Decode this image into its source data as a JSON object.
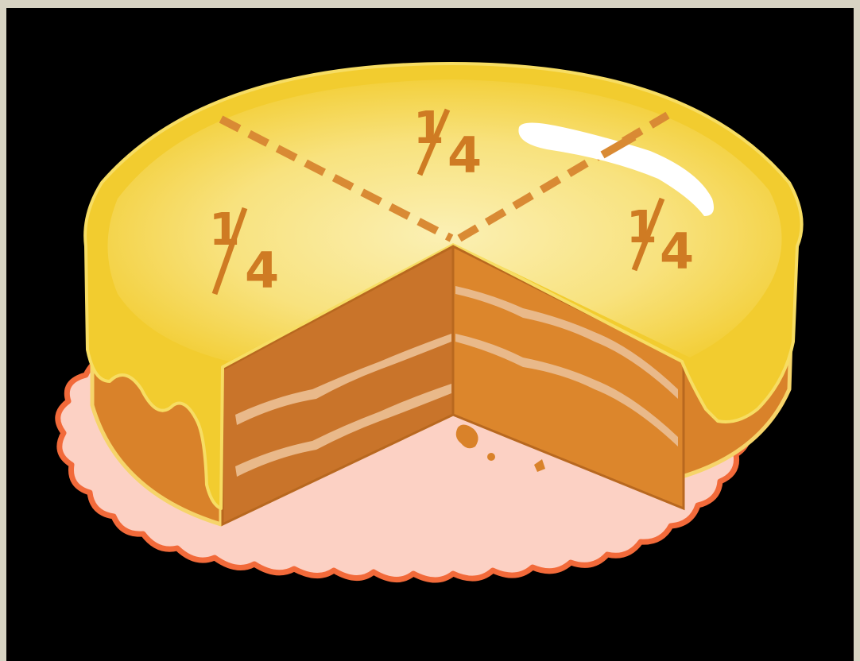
{
  "image": {
    "subject": "cake-with-one-quarter-removed",
    "labels": {
      "left": "1⁄4",
      "top": "1⁄4",
      "right": "1⁄4"
    },
    "fraction_parts": {
      "numerator": "1",
      "denominator": "4"
    },
    "pieces_total": 4,
    "pieces_remaining": 3,
    "colors": {
      "background": "#000000",
      "outer_border": "#d8d3c3",
      "frosting": "#f2cc2f",
      "frosting_light": "#fbe98f",
      "cake": "#d9822a",
      "cake_dark": "#c8711f",
      "cream_layer": "#e9b98a",
      "doily_fill": "#fcd1c4",
      "doily_edge": "#f26a3a",
      "label_color": "#cf7b23",
      "dash_color": "#d98a34",
      "highlight": "#ffffff"
    }
  }
}
